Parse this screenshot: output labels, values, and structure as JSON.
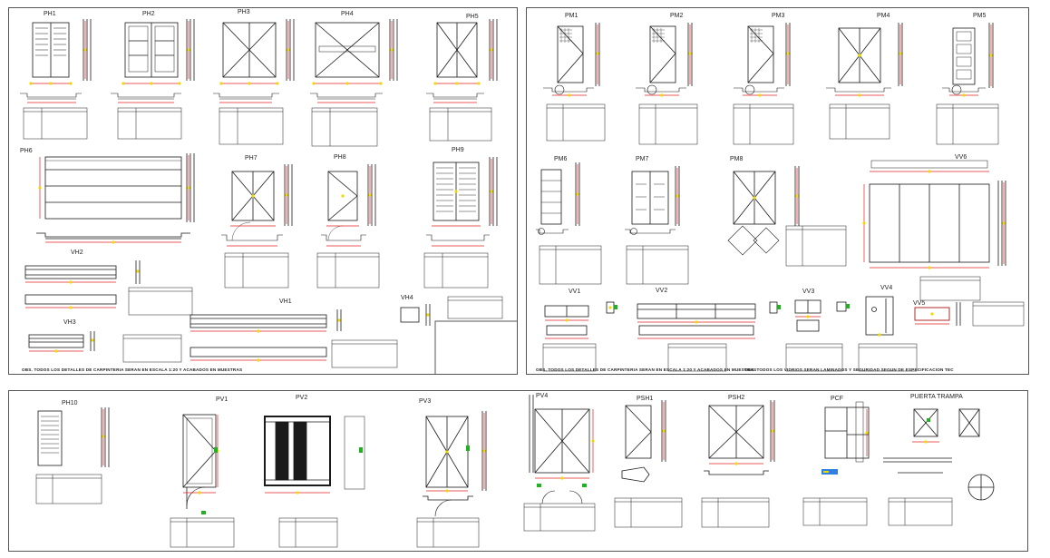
{
  "panels": {
    "ph": {
      "labels": {
        "PH1": "PH1",
        "PH2": "PH2",
        "PH3": "PH3",
        "PH4": "PH4",
        "PH5": "PH5",
        "PH6": "PH6",
        "PH7": "PH7",
        "PH8": "PH8",
        "PH9": "PH9",
        "VH1": "VH1",
        "VH2": "VH2",
        "VH3": "VH3",
        "VH4": "VH4"
      },
      "note": "OBS. TODOS LOS DETALLES DE CARPINTERIA SERAN EN ESCALA 1:20 Y ACABADOS EN MUESTRAS"
    },
    "pm": {
      "labels": {
        "PM1": "PM1",
        "PM2": "PM2",
        "PM3": "PM3",
        "PM4": "PM4",
        "PM5": "PM5",
        "PM6": "PM6",
        "PM7": "PM7",
        "PM8": "PM8",
        "VV1": "VV1",
        "VV2": "VV2",
        "VV3": "VV3",
        "VV4": "VV4",
        "VV5": "VV5",
        "VV6": "VV6"
      },
      "note1": "OBS. TODOS LOS DETALLES DE CARPINTERIA SERAN EN ESCALA 1:20 Y ACABADOS EN MUESTRAS",
      "note2": "OBS. TODOS LOS VIDRIOS SERAN LAMINADOS Y SEGURIDAD SEGUN DE ESPECIFICACION TEC"
    },
    "pv": {
      "labels": {
        "PH10": "PH10",
        "PV1": "PV1",
        "PV2": "PV2",
        "PV3": "PV3",
        "PV4": "PV4",
        "PSH1": "PSH1",
        "PSH2": "PSH2",
        "PCF": "PCF",
        "TRAMPA": "PUERTA TRAMPA"
      }
    }
  },
  "colors": {
    "line": "#1a1a1a",
    "dim": "#e02020",
    "mark": "#f2d800",
    "accent": "#20b020",
    "fill": "#cccccc"
  }
}
